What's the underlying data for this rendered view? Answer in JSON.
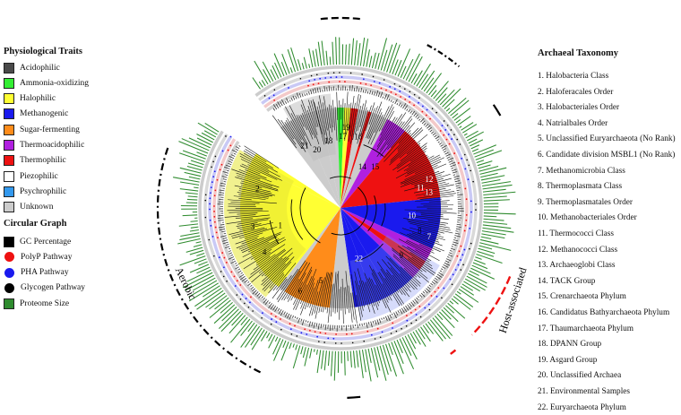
{
  "traits_legend": {
    "title": "Physiological Traits",
    "items": [
      {
        "label": "Acidophilic",
        "color": "#4a4a4a"
      },
      {
        "label": "Ammonia-oxidizing",
        "color": "#33ee33"
      },
      {
        "label": "Halophilic",
        "color": "#ffff33"
      },
      {
        "label": "Methanogenic",
        "color": "#1a1aee"
      },
      {
        "label": "Sugar-fermenting",
        "color": "#ff8c1a"
      },
      {
        "label": "Thermoacidophilic",
        "color": "#b020e0"
      },
      {
        "label": "Thermophilic",
        "color": "#ee1111"
      },
      {
        "label": "Piezophilic",
        "color": "#ffffff"
      },
      {
        "label": "Psychrophilic",
        "color": "#3399ee"
      },
      {
        "label": "Unknown",
        "color": "#cccccc"
      }
    ]
  },
  "graph_legend": {
    "title": "Circular Graph",
    "items": [
      {
        "label": "GC Percentage",
        "color": "#000000",
        "shape": "square"
      },
      {
        "label": "PolyP Pathway",
        "color": "#ee1111",
        "shape": "circle"
      },
      {
        "label": "PHA Pathway",
        "color": "#1a1aee",
        "shape": "circle"
      },
      {
        "label": "Glycogen Pathway",
        "color": "#000000",
        "shape": "circle"
      },
      {
        "label": "Proteome Size",
        "color": "#2e8b2e",
        "shape": "square"
      }
    ]
  },
  "taxonomy_legend": {
    "title": "Archaeal Taxonomy",
    "items": [
      "1.   Halobacteria Class",
      "2.   Haloferacales Order",
      "3.   Halobacteriales Order",
      "4.   Natrialbales Order",
      "5.   Unclassified Euryarchaeota (No Rank)",
      "6.   Candidate division MSBL1 (No Rank)",
      "7.   Methanomicrobia Class",
      "8.   Thermoplasmata Class",
      "9.   Thermoplasmatales Order",
      "10.  Methanobacteriales Order",
      "11.  Thermococci Class",
      "12.  Methanococci Class",
      "13.  Archaeoglobi Class",
      "14.  TACK Group",
      "15.  Crenarchaeota Phylum",
      "16.  Candidatus Bathyarchaeota Phylum",
      "17.  Thaumarchaeota Phylum",
      "18.  DPANN Group",
      "19.  Asgard Group",
      "20.  Unclassified Archaea",
      "21.  Environmental Samples",
      "22.  Euryarchaeota Phylum"
    ]
  },
  "annotations": {
    "aerobic": "Aerobic",
    "host_associated": "Host-associated"
  },
  "clade_labels": [
    "1",
    "2",
    "3",
    "4",
    "5",
    "6",
    "7",
    "8",
    "9",
    "10",
    "11",
    "12",
    "13",
    "14",
    "15",
    "16",
    "17",
    "18",
    "19",
    "20",
    "21",
    "22"
  ],
  "colors": {
    "proteome": "#2e8b2e",
    "gc": "#333333",
    "polyp": "#ee1111",
    "pha": "#1a1aee",
    "glycogen": "#000000",
    "annotation_arc": "#000000",
    "host_arc": "#ee1111"
  }
}
